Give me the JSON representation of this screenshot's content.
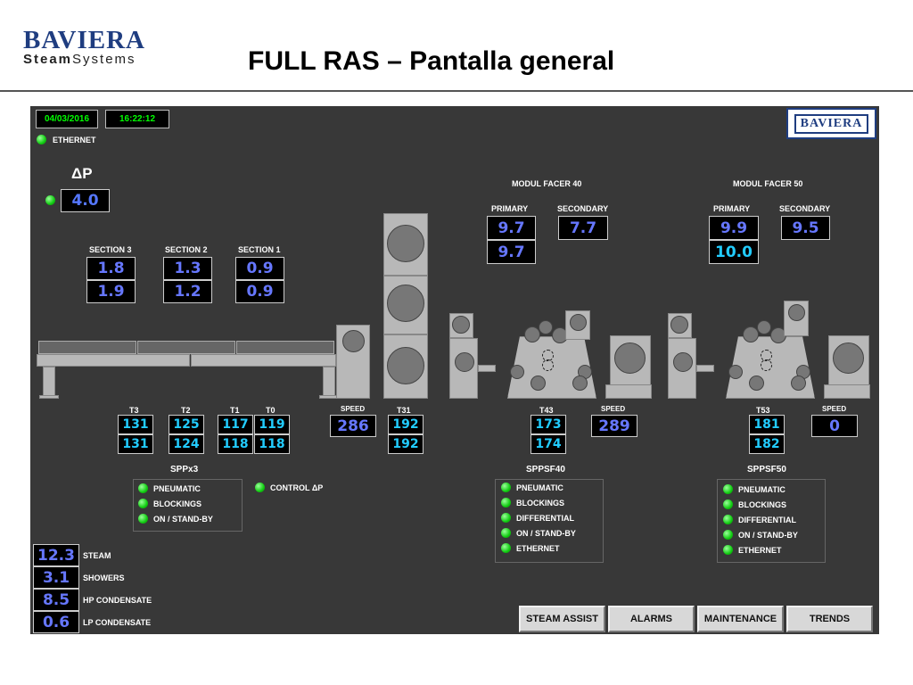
{
  "header": {
    "logo_main": "BAVIERA",
    "logo_sub_bold": "Steam",
    "logo_sub_regular": "Systems",
    "title": "FULL RAS – Pantalla general"
  },
  "panel": {
    "date": "04/03/2016",
    "time": "16:22:12",
    "ethernet_label": "ETHERNET",
    "logo": "BAVIERA",
    "delta_p": {
      "label": "ΔP",
      "value": "4.0"
    },
    "sections": [
      {
        "label": "SECTION 3",
        "top": "1.8",
        "bottom": "1.9"
      },
      {
        "label": "SECTION 2",
        "top": "1.3",
        "bottom": "1.2"
      },
      {
        "label": "SECTION 1",
        "top": "0.9",
        "bottom": "0.9"
      }
    ],
    "facer40": {
      "title": "MODUL FACER 40",
      "primary_label": "PRIMARY",
      "secondary_label": "SECONDARY",
      "primary_top": "9.7",
      "primary_bottom": "9.7",
      "secondary": "7.7"
    },
    "facer50": {
      "title": "MODUL FACER 50",
      "primary_label": "PRIMARY",
      "secondary_label": "SECONDARY",
      "primary_top": "9.9",
      "primary_bottom": "10.0",
      "secondary": "9.5"
    },
    "temps": [
      {
        "label": "T3",
        "top": "131",
        "bottom": "131"
      },
      {
        "label": "T2",
        "top": "125",
        "bottom": "124"
      },
      {
        "label": "T1",
        "top": "117",
        "bottom": "118"
      },
      {
        "label": "T0",
        "top": "119",
        "bottom": "118"
      }
    ],
    "speed1": {
      "label": "SPEED",
      "value": "286"
    },
    "t31": {
      "label": "T31",
      "top": "192",
      "bottom": "192"
    },
    "t43": {
      "label": "T43",
      "top": "173",
      "bottom": "174"
    },
    "speed2": {
      "label": "SPEED",
      "value": "289"
    },
    "t53": {
      "label": "T53",
      "top": "181",
      "bottom": "182"
    },
    "speed3": {
      "label": "SPEED",
      "value": "0"
    },
    "sppx3": {
      "title": "SPPx3",
      "items": [
        "PNEUMATIC",
        "BLOCKINGS",
        "ON / STAND-BY"
      ]
    },
    "control_dp": "CONTROL ΔP",
    "sppsf40": {
      "title": "SPPSF40",
      "items": [
        "PNEUMATIC",
        "BLOCKINGS",
        "DIFFERENTIAL",
        "ON / STAND-BY",
        "ETHERNET"
      ]
    },
    "sppsf50": {
      "title": "SPPSF50",
      "items": [
        "PNEUMATIC",
        "BLOCKINGS",
        "DIFFERENTIAL",
        "ON / STAND-BY",
        "ETHERNET"
      ]
    },
    "utilities": [
      {
        "label": "STEAM",
        "value": "12.3"
      },
      {
        "label": "SHOWERS",
        "value": "3.1"
      },
      {
        "label": "HP CONDENSATE",
        "value": "8.5"
      },
      {
        "label": "LP CONDENSATE",
        "value": "0.6"
      }
    ],
    "buttons": [
      "STEAM ASSIST",
      "ALARMS",
      "MAINTENANCE",
      "TRENDS"
    ]
  },
  "colors": {
    "panel_bg": "#383838",
    "value_blue": "#5577ff",
    "value_cyan": "#22ccff",
    "led_green": "#11cc11",
    "logo_blue": "#1f3d80"
  }
}
